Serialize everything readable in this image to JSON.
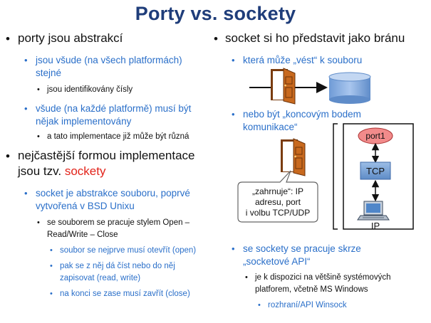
{
  "title": "Porty vs. sockety",
  "left": {
    "b1": "porty jsou abstrakcí",
    "b1_1a": "jsou všude (na všech platformách)",
    "b1_1b": "stejné",
    "b1_1_1": "jsou identifikovány čísly",
    "b1_2a": "všude (na každé platformě) musí být",
    "b1_2b": "nějak implementovány",
    "b1_2_1": "a tato implementace již může být různá",
    "b2a": "nejčastější formou implementace",
    "b2b_pre": "jsou tzv. ",
    "b2b_red": "sockety",
    "b2_1a": "socket je abstrakce souboru, poprvé",
    "b2_1b": "vytvořená v BSD Unixu",
    "b2_1_1a": "se souborem se pracuje stylem Open –",
    "b2_1_1b": "Read/Write – Close",
    "s1": "soubor se nejprve musí otevřít (open)",
    "s2a": "pak se z něj dá číst nebo do něj",
    "s2b": "zapisovat (read, write)",
    "s3": "na konci se zase musí zavřít (close)"
  },
  "right": {
    "b1": "socket si ho představit jako bránu",
    "b1_1": "která může „vést“ k souboru",
    "b1_2a": "nebo být „koncovým bodem",
    "b1_2b": "komunikace“",
    "callout_1": "„zahrnuje“: IP",
    "callout_2": "adresu, port",
    "callout_3": "i volbu TCP/UDP",
    "b2a": "se sockety se pracuje skrze",
    "b2b": "„socketové API“",
    "b2_1a": "je k dispozici na většině systémových",
    "b2_1b": "platforem, včetně MS Windows",
    "b2_1_1": "rozhraní/API Winsock"
  },
  "diagram": {
    "port_label": "port1",
    "tcp_label": "TCP",
    "ip_label": "IP"
  },
  "colors": {
    "title": "#1f3d7a",
    "level2": "#2a6fc9",
    "accent_red": "#e2231a",
    "port_fill": "#f28b8b",
    "tcp_fill": "#7aa3d6",
    "db_fill": "#8fb4e3",
    "door": "#c8691e"
  }
}
